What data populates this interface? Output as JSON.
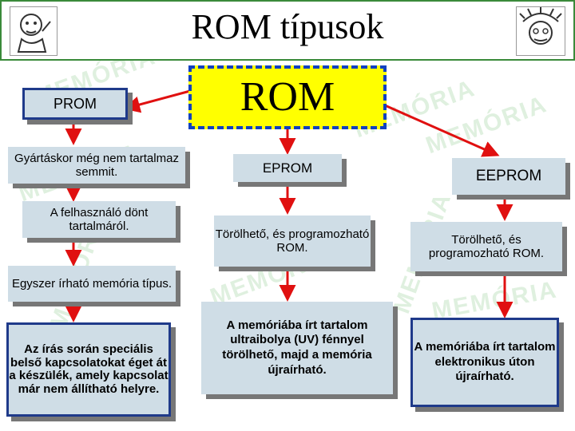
{
  "title": "ROM típusok",
  "watermark_text": "MEMÓRIA",
  "icons": {
    "left": "thinker-cartoon-icon",
    "right": "professor-cartoon-icon"
  },
  "colors": {
    "arrow": "#e01010",
    "box_fill": "#cfdde6",
    "rom_fill": "#ffff00",
    "rom_border": "#1040c0",
    "header_border": "#3a8a3a"
  },
  "rom": {
    "label": "ROM"
  },
  "prom": {
    "label": "PROM",
    "desc1": "Gyártáskor még nem tartalmaz semmit.",
    "desc2": "A felhasználó dönt tartalmáról.",
    "desc3": "Egyszer írható memória típus.",
    "desc4": "Az írás során speciális belső kapcsolatokat éget át a készülék, amely kapcsolat már nem állítható helyre."
  },
  "eprom": {
    "label": "EPROM",
    "desc1": "Törölhető, és programozható ROM.",
    "desc2": "A memóriába írt tartalom ultraibolya (UV) fénnyel törölhető, majd a memória újraírható."
  },
  "eeprom": {
    "label": "EEPROM",
    "desc1": "Törölhető, és programozható ROM.",
    "desc2": "A memóriába írt tartalom elektronikus úton újraírható."
  }
}
